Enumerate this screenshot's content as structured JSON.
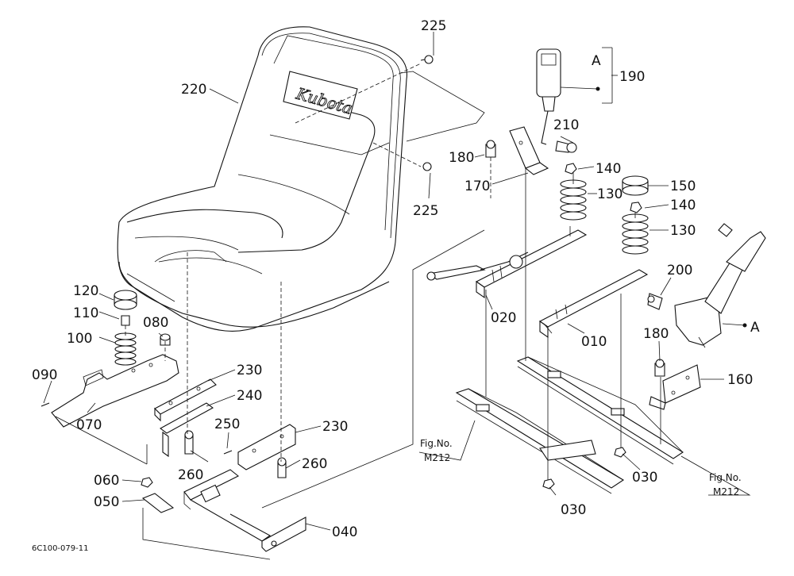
{
  "figure_id": "6C100-079-11",
  "seat_brand": "Kubota",
  "callout_letter": "A",
  "ref_labels": [
    "Fig.No.",
    "M212"
  ],
  "part_numbers": {
    "p225": "225",
    "p220": "220",
    "p190": "190",
    "p210": "210",
    "p180": "180",
    "p140": "140",
    "p170": "170",
    "p130": "130",
    "p150": "150",
    "p120": "120",
    "p110": "110",
    "p100": "100",
    "p080": "080",
    "p090": "090",
    "p070": "070",
    "p020": "020",
    "p010": "010",
    "p200": "200",
    "p160": "160",
    "p230": "230",
    "p240": "240",
    "p250": "250",
    "p260": "260",
    "p060": "060",
    "p050": "050",
    "p040": "040",
    "p030": "030"
  }
}
